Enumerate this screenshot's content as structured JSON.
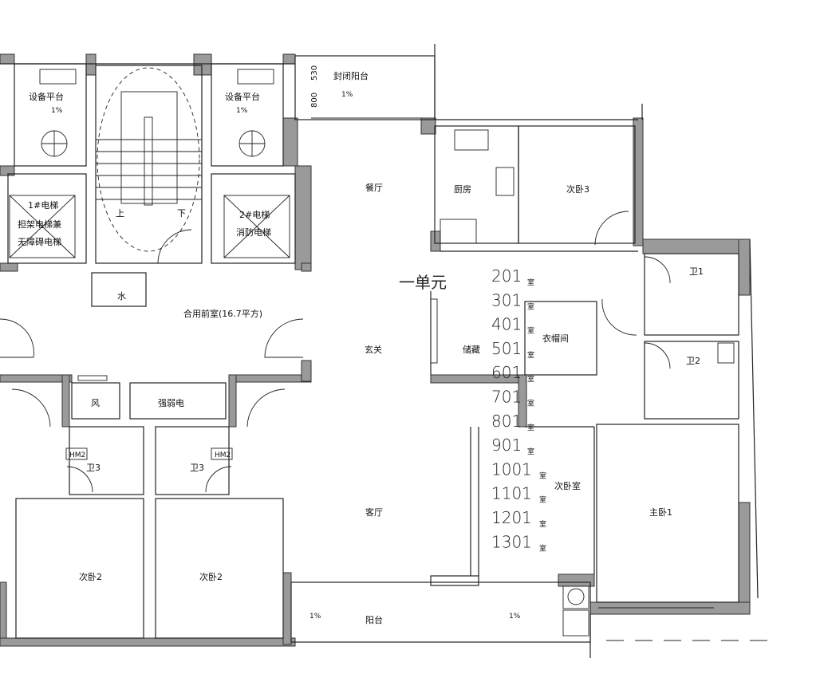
{
  "rooms": {
    "equipment_platform_left": "设备平台",
    "equipment_platform_right": "设备平台",
    "slope_left": "1%",
    "slope_right": "1%",
    "elevator1_name": "1#电梯",
    "elevator1_line2": "担架电梯兼",
    "elevator1_line3": "无障碍电梯",
    "elevator2_name": "2#电梯",
    "elevator2_line2": "消防电梯",
    "stair_up": "上",
    "stair_down": "下",
    "water_shaft": "水",
    "shared_lobby": "合用前室(16.7平方)",
    "air_shaft": "风",
    "electrical_shaft": "强弱电",
    "hm2_left": "HM2",
    "hm2_right": "HM2",
    "bath3_left": "卫3",
    "bath3_right": "卫3",
    "bedroom2_left": "次卧2",
    "bedroom2_right": "次卧2",
    "closed_balcony": "封闭阳台",
    "closed_balcony_slope": "1%",
    "dim_530": "530",
    "dim_800": "800",
    "dining": "餐厅",
    "kitchen": "厨房",
    "bedroom3": "次卧3",
    "storage": "储藏",
    "closet": "衣帽间",
    "foyer": "玄关",
    "bath1": "卫1",
    "bath2": "卫2",
    "master_bedroom": "主卧1",
    "living_room": "客厅",
    "balcony": "阳台",
    "balcony_slope_left": "1%",
    "balcony_slope_right": "1%",
    "secondary_bedroom": "次卧室"
  },
  "annotation": {
    "unit": "一单元",
    "room_suffix": "室",
    "floors": [
      "201",
      "301",
      "401",
      "501",
      "601",
      "701",
      "801",
      "901",
      "1001",
      "1101",
      "1201",
      "1301"
    ]
  }
}
